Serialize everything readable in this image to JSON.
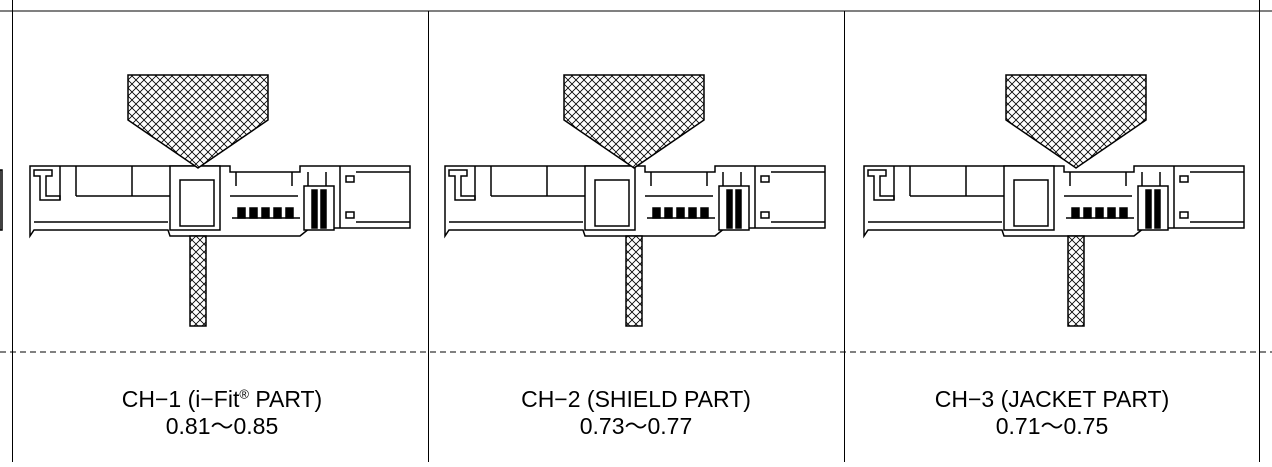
{
  "colors": {
    "line": "#000000",
    "background": "#ffffff"
  },
  "hatch_pattern": "crosshatch",
  "panels": [
    {
      "id": "ch1",
      "label_prefix": "CH−1 (i−Fit",
      "label_mark": "®",
      "label_suffix": " PART)",
      "value": "0.81〜0.85",
      "probe_position": "i-Fit part"
    },
    {
      "id": "ch2",
      "label_prefix": "CH−2 (SHIELD PART)",
      "label_mark": "",
      "label_suffix": "",
      "value": "0.73〜0.77",
      "probe_position": "shield part"
    },
    {
      "id": "ch3",
      "label_prefix": "CH−3 (JACKET PART)",
      "label_mark": "",
      "label_suffix": "",
      "value": "0.71〜0.75",
      "probe_position": "jacket part"
    }
  ]
}
